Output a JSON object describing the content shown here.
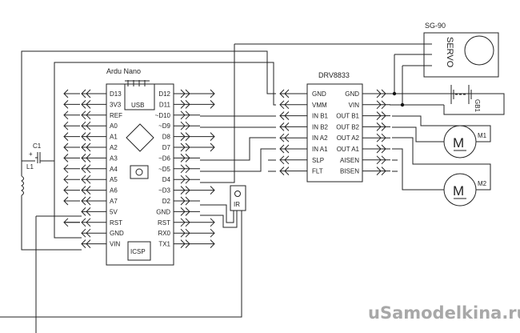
{
  "components": {
    "arduino": {
      "title": "Ardu Nano",
      "usb_label": "USB",
      "icsp_label": "ICSP",
      "left_pins": [
        "D13",
        "3V3",
        "REF",
        "A0",
        "A1",
        "A2",
        "A3",
        "A4",
        "A5",
        "A6",
        "A7",
        "5V",
        "RST",
        "GND",
        "VIN"
      ],
      "right_pins": [
        "D12",
        "D11",
        "~D10",
        "~D9",
        "D8",
        "D7",
        "~D6",
        "~D5",
        "D4",
        "~D3",
        "D2",
        "GND",
        "RST",
        "RX0",
        "TX1"
      ]
    },
    "driver": {
      "title": "DRV8833",
      "left_pins": [
        "GND",
        "VMM",
        "IN B1",
        "IN B2",
        "IN A2",
        "IN A1",
        "SLP",
        "FLT"
      ],
      "right_pins": [
        "GND",
        "VIN",
        "OUT B1",
        "OUT B2",
        "OUT A2",
        "OUT A1",
        "AISEN",
        "BISEN"
      ]
    },
    "servo": {
      "title": "SG-90",
      "label": "SERVO"
    },
    "battery": {
      "label": "GB1"
    },
    "motor1": {
      "symbol": "M",
      "label": "M1"
    },
    "motor2": {
      "symbol": "M",
      "label": "M2"
    },
    "ir": {
      "label": "IR"
    },
    "capacitor": {
      "label": "C1",
      "polarity": "+"
    },
    "inductor": {
      "label": "L1"
    }
  },
  "watermark": "uSamodelkina.ru"
}
